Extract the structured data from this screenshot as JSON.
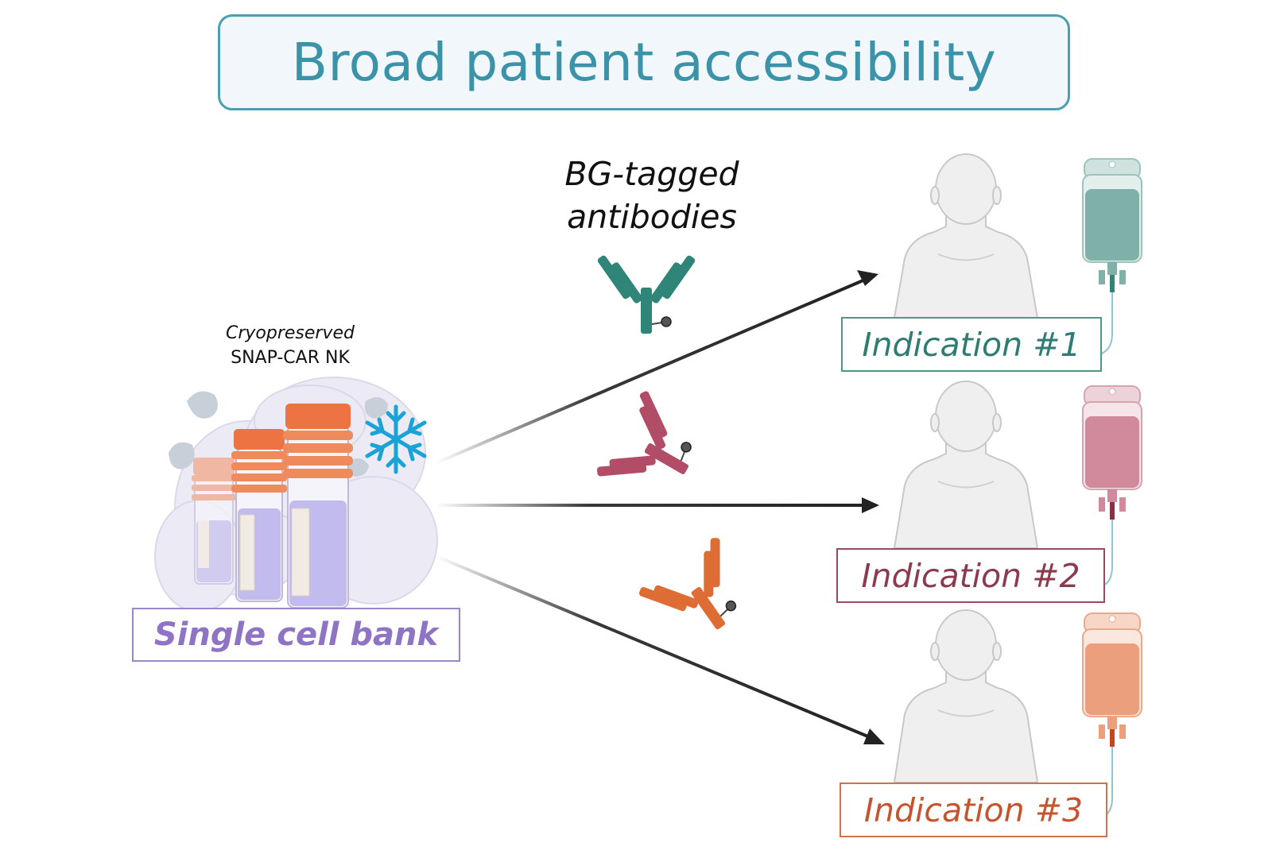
{
  "title": "Broad patient accessibility",
  "antibody_label": {
    "line1": "BG-tagged",
    "line2": "antibodies"
  },
  "cell_bank": {
    "caption_line1": "Cryopreserved",
    "caption_line2": "SNAP-CAR NK",
    "label": "Single cell bank"
  },
  "indications": [
    {
      "label": "Indication #1",
      "color": "#2f7d72",
      "bag_color": "#7fb1a8"
    },
    {
      "label": "Indication #2",
      "color": "#8c3a4e",
      "bag_color": "#d08a9c"
    },
    {
      "label": "Indication #3",
      "color": "#c4552f",
      "bag_color": "#eb9f7d"
    }
  ],
  "antibody_colors": [
    "#2f8577",
    "#b14d67",
    "#dd6d35"
  ],
  "colors": {
    "title": "#3a93a8",
    "bank": "#8f73c4",
    "snowflake": "#1aa3d6",
    "vial_cap": "#ee7343"
  }
}
